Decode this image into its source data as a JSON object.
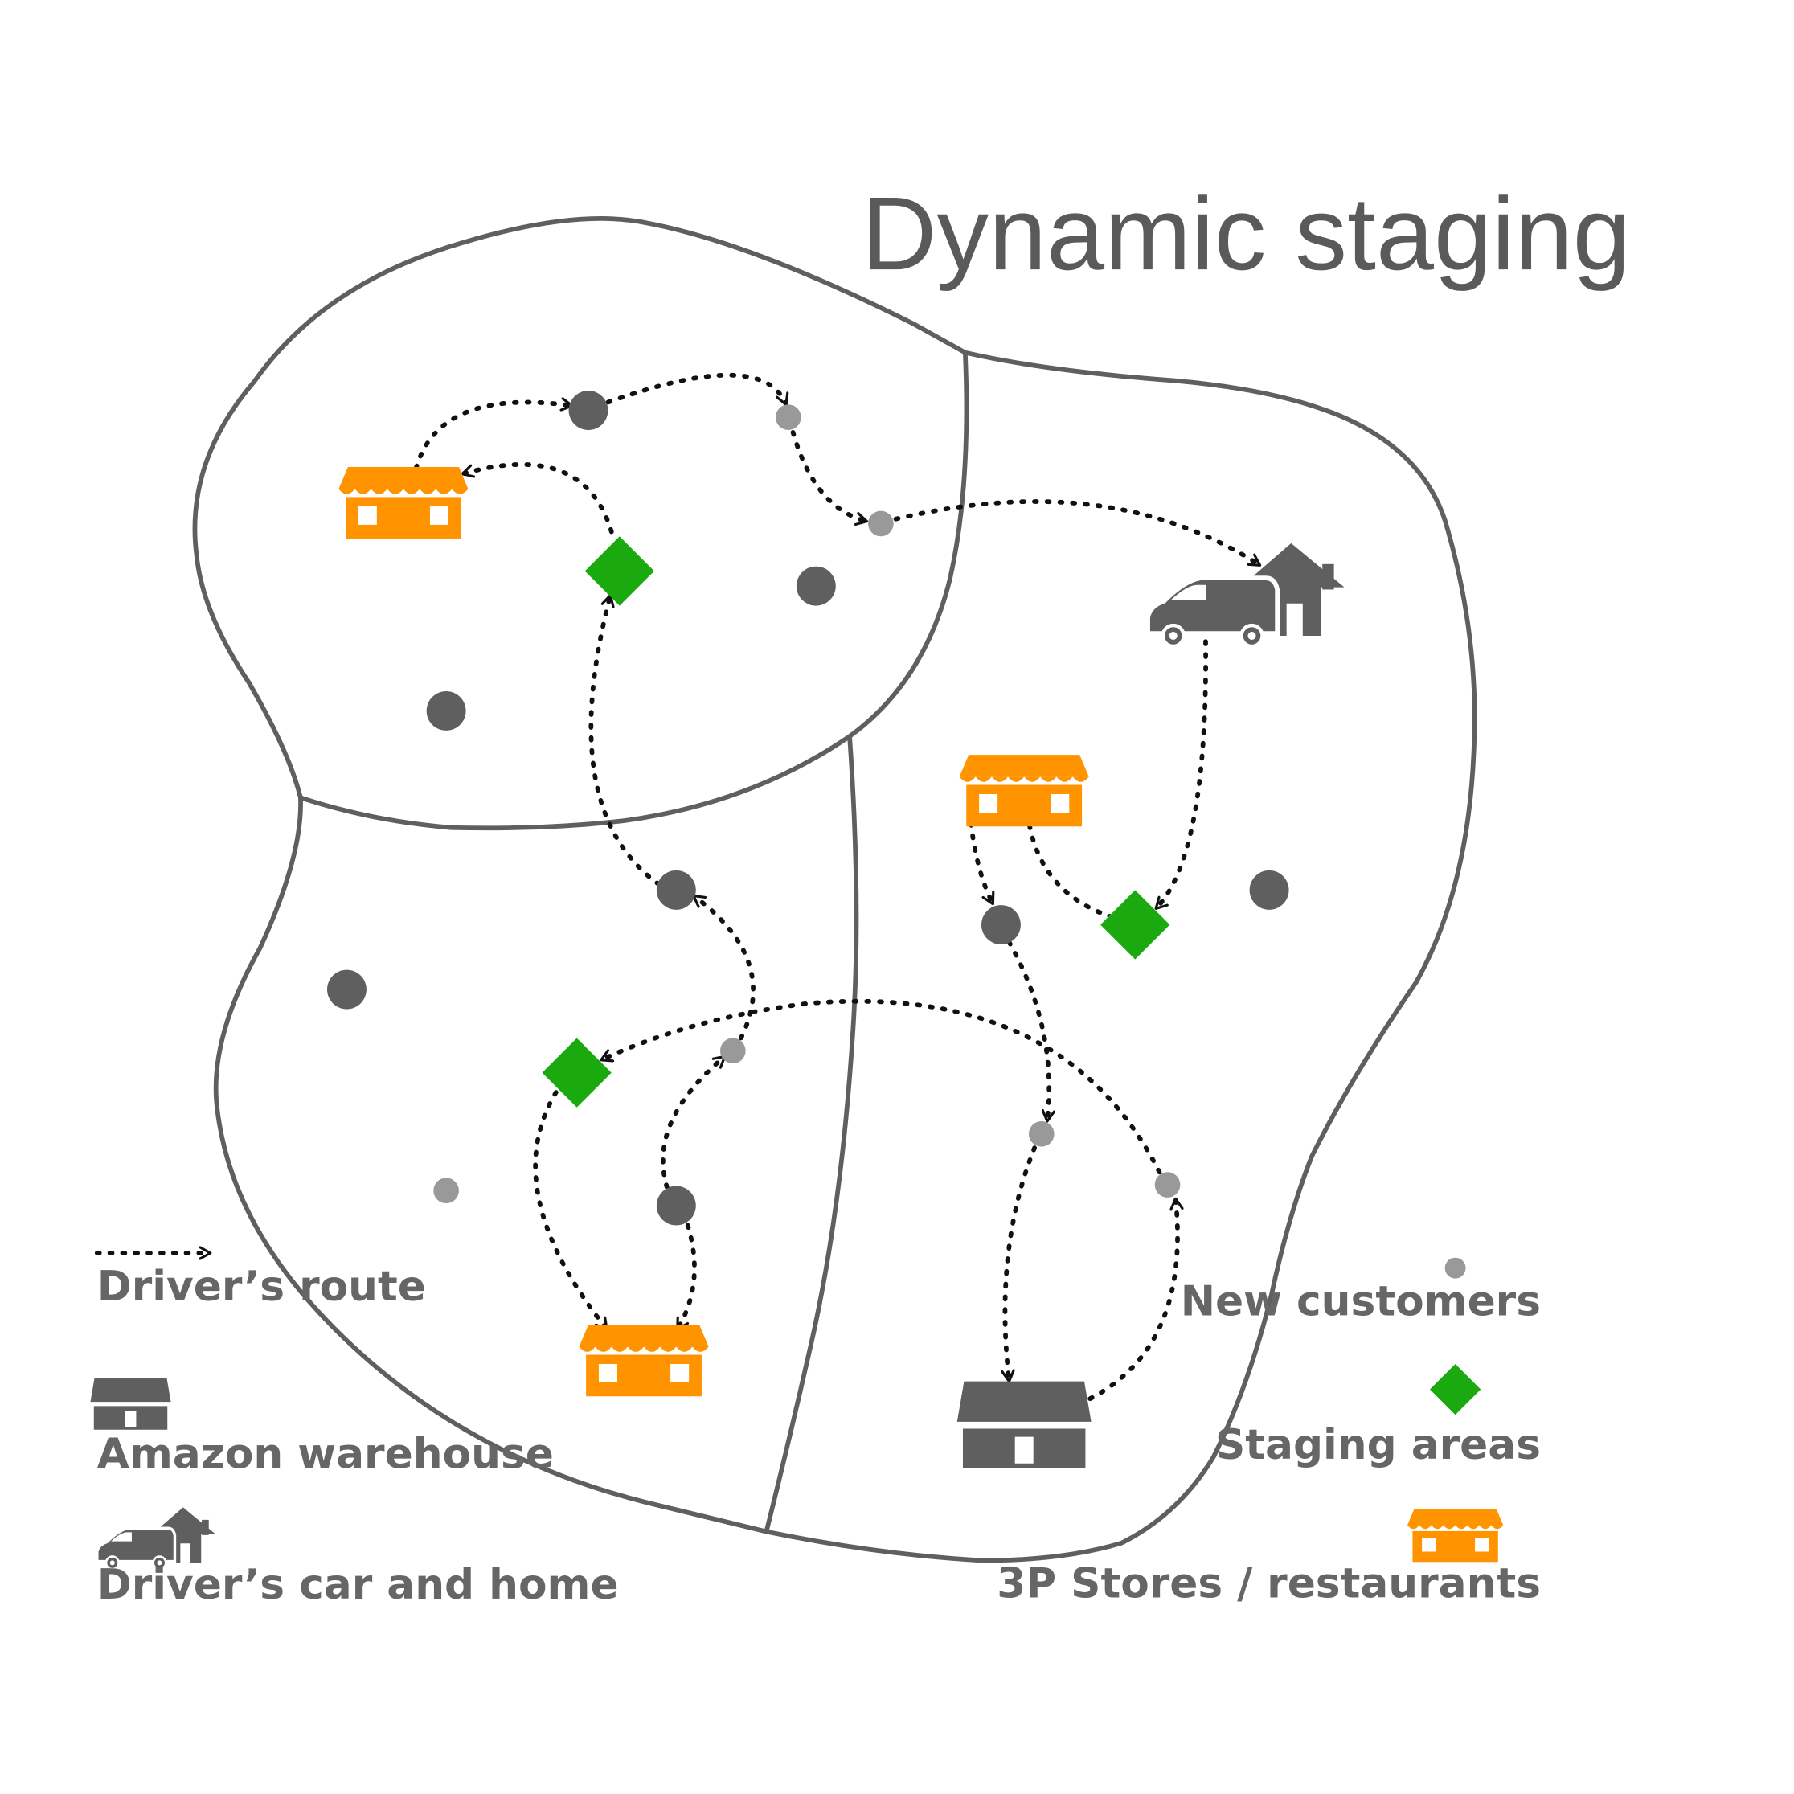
{
  "title": "Dynamic staging",
  "colors": {
    "customer_dark": "#5f5f5f",
    "customer_new": "#999999",
    "staging": "#1aaa10",
    "store": "#ff9400",
    "warehouse": "#5f5f5f",
    "region_line": "#5f5f5f",
    "route": "#111111",
    "text": "#666666"
  },
  "legend": {
    "left": [
      {
        "icon": "dotted-arrow-icon",
        "label": "Driver’s route"
      },
      {
        "icon": "warehouse-icon",
        "label": "Amazon warehouse"
      },
      {
        "icon": "car-and-home-icon",
        "label": "Driver’s car and home"
      }
    ],
    "right": [
      {
        "icon": "new-customer-dot-icon",
        "label": "New customers"
      },
      {
        "icon": "staging-diamond-icon",
        "label": "Staging areas"
      },
      {
        "icon": "store-icon",
        "label": "3P Stores / restaurants"
      }
    ]
  }
}
